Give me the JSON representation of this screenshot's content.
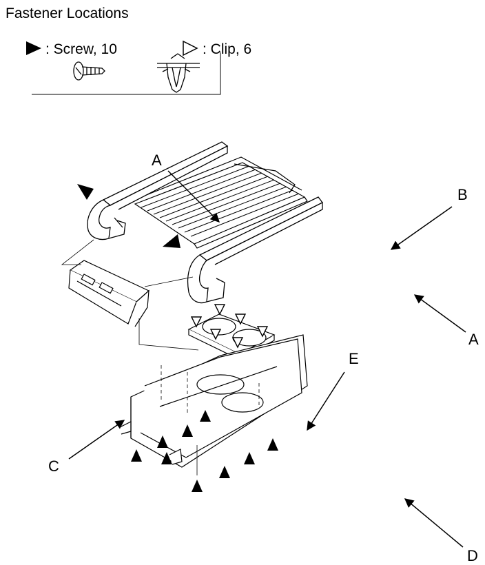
{
  "title": "Fastener Locations",
  "legend": {
    "screw_label": ": Screw, 10",
    "clip_label": ": Clip, 6"
  },
  "callouts": {
    "A_top": "A",
    "B": "B",
    "A_right": "A",
    "E": "E",
    "C": "C",
    "D": "D"
  },
  "fasteners": {
    "screw_count": 10,
    "clip_count": 6
  },
  "colors": {
    "line": "#000000",
    "background": "#ffffff"
  },
  "icons": [
    "screw-icon",
    "clip-icon",
    "screw-marker",
    "clip-marker",
    "view-arrow"
  ]
}
